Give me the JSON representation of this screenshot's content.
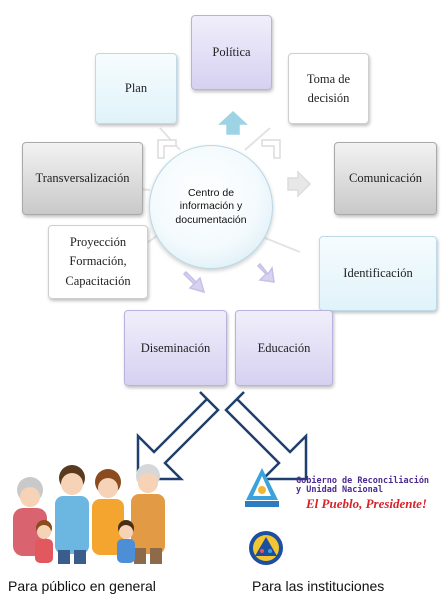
{
  "diagram": {
    "center_label": "Centro de\ninformación y\ndocumentación",
    "nodes": {
      "politica": "Política",
      "toma_decision": "Toma de\ndecisión",
      "comunicacion": "Comunicación",
      "identificacion": "Identificación",
      "educacion": "Educación",
      "diseminacion": "Diseminación",
      "proyeccion": "Proyección\nFormación,\nCapacitación",
      "transversalizacion": "Transversalización",
      "plan": "Plan"
    }
  },
  "audiences": {
    "public_caption": "Para público en general",
    "institutions_caption": "Para las instituciones"
  },
  "logos": {
    "government_name": "Gobierno de Reconciliación\ny Unidad Nacional",
    "slogan": "El Pueblo, Presidente!"
  },
  "colors": {
    "lavender": "#d6d1f1",
    "gray": "#c9c9c9",
    "cyan": "#e0f3fa",
    "arrow_outline": "#1f3f6e",
    "slogan_red": "#d6232b",
    "government_purple": "#4b2a91"
  }
}
